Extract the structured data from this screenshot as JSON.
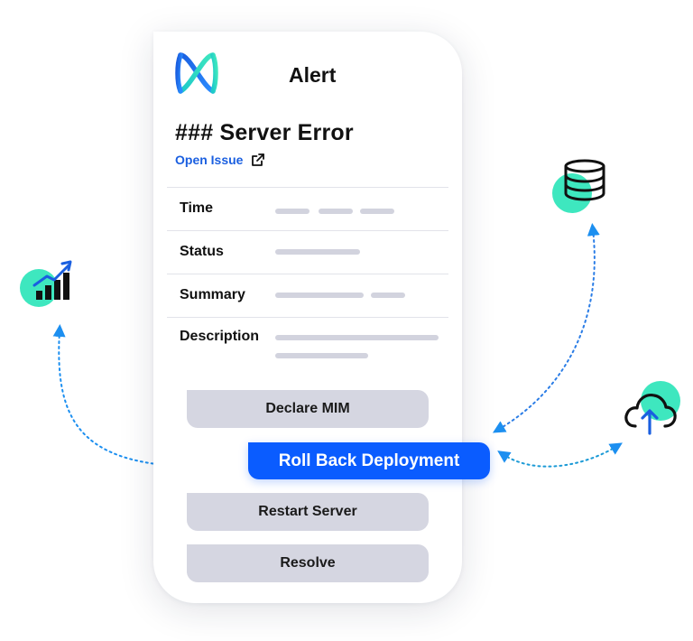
{
  "alert": {
    "title": "Alert"
  },
  "error": {
    "heading": "### Server Error",
    "open_issue_label": "Open Issue"
  },
  "fields": [
    {
      "label": "Time"
    },
    {
      "label": "Status"
    },
    {
      "label": "Summary"
    },
    {
      "label": "Description"
    }
  ],
  "actions": {
    "declare_mim": "Declare MIM",
    "roll_back": "Roll Back Deployment",
    "restart_server": "Restart Server",
    "resolve": "Resolve"
  },
  "floating_icons": [
    "analytics-chart-icon",
    "database-icon",
    "cloud-upload-icon"
  ],
  "colors": {
    "accent_blue": "#0a5cff",
    "link_blue": "#1a5fe0",
    "teal": "#3ee7bf",
    "button_gray": "#d5d6e1",
    "placeholder_gray": "#d2d3de"
  }
}
